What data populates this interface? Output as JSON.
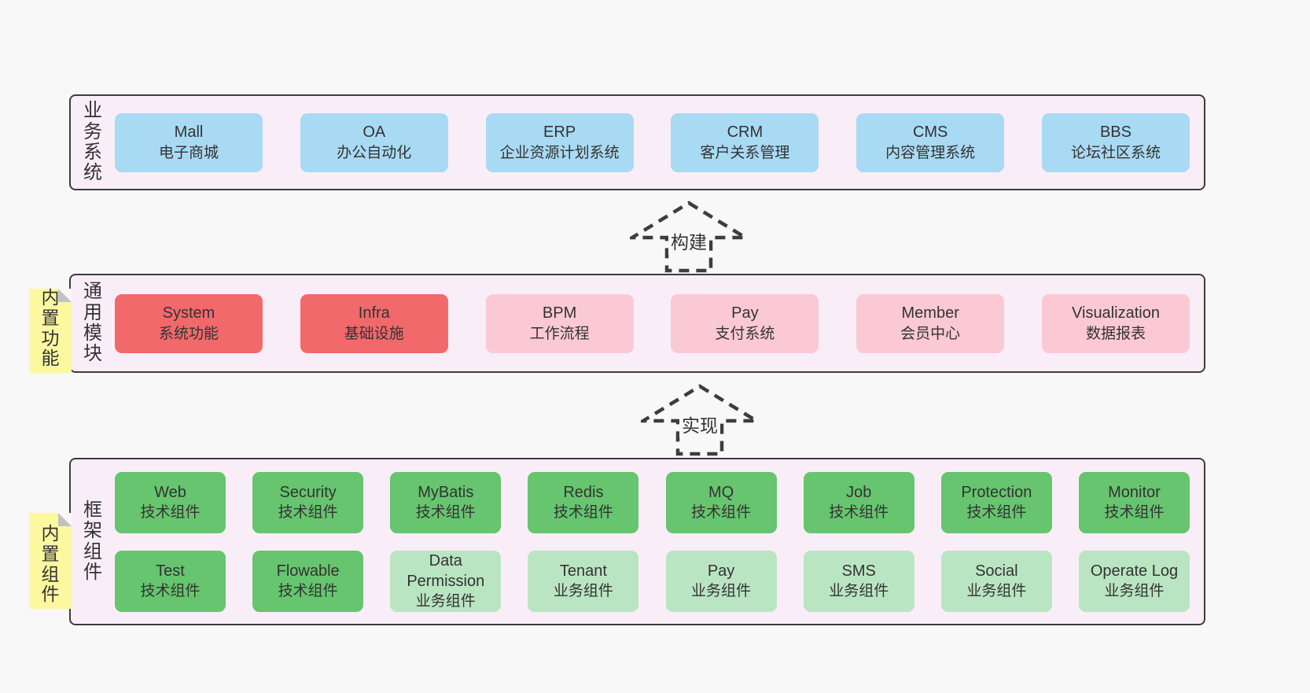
{
  "colors": {
    "page_bg": "#f8f8f8",
    "band_fill": "#f9eef7",
    "band_border": "#3c3c3c",
    "blue": "#a9daf3",
    "red": "#f2696b",
    "pink": "#fbc9d4",
    "green": "#66c56e",
    "light_green": "#bae5c2",
    "sticky_yellow": "#fbf8a0",
    "sticky_fold": "#c2c2c2",
    "text": "#333333"
  },
  "arrows": [
    {
      "label": "构建"
    },
    {
      "label": "实现"
    }
  ],
  "bands": [
    {
      "label": "业务系统",
      "sticky": null,
      "rows": [
        [
          {
            "en": "Mall",
            "zh": "电子商城",
            "variant": "blue"
          },
          {
            "en": "OA",
            "zh": "办公自动化",
            "variant": "blue"
          },
          {
            "en": "ERP",
            "zh": "企业资源计划系统",
            "variant": "blue"
          },
          {
            "en": "CRM",
            "zh": "客户关系管理",
            "variant": "blue"
          },
          {
            "en": "CMS",
            "zh": "内容管理系统",
            "variant": "blue"
          },
          {
            "en": "BBS",
            "zh": "论坛社区系统",
            "variant": "blue"
          }
        ]
      ]
    },
    {
      "label": "通用模块",
      "sticky": "内置功能",
      "rows": [
        [
          {
            "en": "System",
            "zh": "系统功能",
            "variant": "red"
          },
          {
            "en": "Infra",
            "zh": "基础设施",
            "variant": "red"
          },
          {
            "en": "BPM",
            "zh": "工作流程",
            "variant": "pink"
          },
          {
            "en": "Pay",
            "zh": "支付系统",
            "variant": "pink"
          },
          {
            "en": "Member",
            "zh": "会员中心",
            "variant": "pink"
          },
          {
            "en": "Visualization",
            "zh": "数据报表",
            "variant": "pink"
          }
        ]
      ]
    },
    {
      "label": "框架组件",
      "sticky": "内置组件",
      "rows": [
        [
          {
            "en": "Web",
            "zh": "技术组件",
            "variant": "green"
          },
          {
            "en": "Security",
            "zh": "技术组件",
            "variant": "green"
          },
          {
            "en": "MyBatis",
            "zh": "技术组件",
            "variant": "green"
          },
          {
            "en": "Redis",
            "zh": "技术组件",
            "variant": "green"
          },
          {
            "en": "MQ",
            "zh": "技术组件",
            "variant": "green"
          },
          {
            "en": "Job",
            "zh": "技术组件",
            "variant": "green"
          },
          {
            "en": "Protection",
            "zh": "技术组件",
            "variant": "green"
          },
          {
            "en": "Monitor",
            "zh": "技术组件",
            "variant": "green"
          }
        ],
        [
          {
            "en": "Test",
            "zh": "技术组件",
            "variant": "green"
          },
          {
            "en": "Flowable",
            "zh": "技术组件",
            "variant": "green"
          },
          {
            "en": "Data Permission",
            "zh": "业务组件",
            "variant": "light_green"
          },
          {
            "en": "Tenant",
            "zh": "业务组件",
            "variant": "light_green"
          },
          {
            "en": "Pay",
            "zh": "业务组件",
            "variant": "light_green"
          },
          {
            "en": "SMS",
            "zh": "业务组件",
            "variant": "light_green"
          },
          {
            "en": "Social",
            "zh": "业务组件",
            "variant": "light_green"
          },
          {
            "en": "Operate Log",
            "zh": "业务组件",
            "variant": "light_green"
          }
        ]
      ]
    }
  ]
}
